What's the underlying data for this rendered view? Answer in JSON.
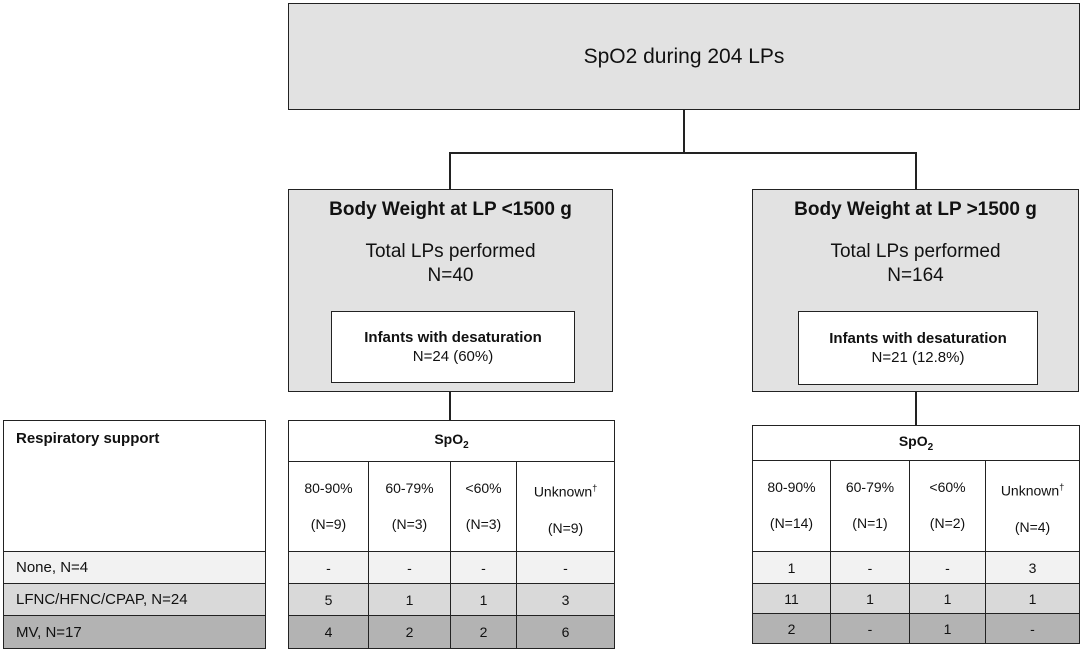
{
  "title": "SpO2 during 204 LPs",
  "left": {
    "weight_label": "Body Weight at LP <1500 g",
    "total_label": "Total LPs performed",
    "total_n": "N=40",
    "desat_label": "Infants with desaturation",
    "desat_n": "N=24 (60%)",
    "spo2_label_main": "SpO",
    "spo2_label_sub": "2",
    "columns": [
      {
        "range": "80-90%",
        "n": "(N=9)"
      },
      {
        "range": "60-79%",
        "n": "(N=3)"
      },
      {
        "range": "<60%",
        "n": "(N=3)"
      },
      {
        "range": "Unknown",
        "n": "(N=9)"
      }
    ],
    "rows": [
      [
        "-",
        "-",
        "-",
        "-"
      ],
      [
        "5",
        "1",
        "1",
        "3"
      ],
      [
        "4",
        "2",
        "2",
        "6"
      ]
    ]
  },
  "right": {
    "weight_label": "Body Weight at LP >1500 g",
    "total_label": "Total LPs performed",
    "total_n": "N=164",
    "desat_label": "Infants with desaturation",
    "desat_n": "N=21 (12.8%)",
    "spo2_label_main": "SpO",
    "spo2_label_sub": "2",
    "columns": [
      {
        "range": "80-90%",
        "n": "(N=14)"
      },
      {
        "range": "60-79%",
        "n": "(N=1)"
      },
      {
        "range": "<60%",
        "n": "(N=2)"
      },
      {
        "range": "Unknown",
        "n": "(N=4)"
      }
    ],
    "rows": [
      [
        "1",
        "-",
        "-",
        "3"
      ],
      [
        "11",
        "1",
        "1",
        "1"
      ],
      [
        "2",
        "-",
        "1",
        "-"
      ]
    ]
  },
  "dagger": "†",
  "respiratory": {
    "header": "Respiratory support",
    "rows": [
      "None, N=4",
      "LFNC/HFNC/CPAP, N=24",
      "MV, N=17"
    ]
  }
}
